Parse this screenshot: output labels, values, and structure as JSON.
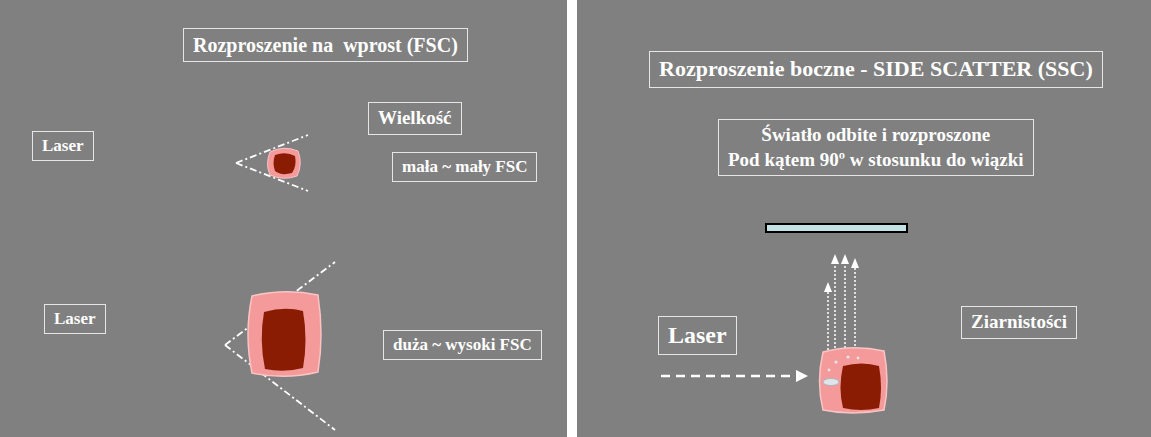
{
  "diagram": {
    "nodes": [
      {
        "text": [
          "Rozproszenie na  wprost (FSC)"
        ]
      },
      {
        "text": [
          "Laser"
        ]
      },
      {
        "text": [
          "Wielkość"
        ]
      },
      {
        "text": [
          "mała ~ mały FSC"
        ]
      },
      {
        "text": [
          "Laser"
        ]
      },
      {
        "text": [
          "duża ~ wysoki FSC"
        ]
      },
      {
        "text": [
          "Rozproszenie boczne - SIDE SCATTER (SSC)"
        ]
      },
      {
        "text": [
          "Światło odbite i rozproszone",
          "Pod kątem 90º w stosunku do wiązki"
        ]
      },
      {
        "text": [
          "Laser"
        ]
      },
      {
        "text": [
          "Ziarnistości"
        ]
      }
    ]
  }
}
